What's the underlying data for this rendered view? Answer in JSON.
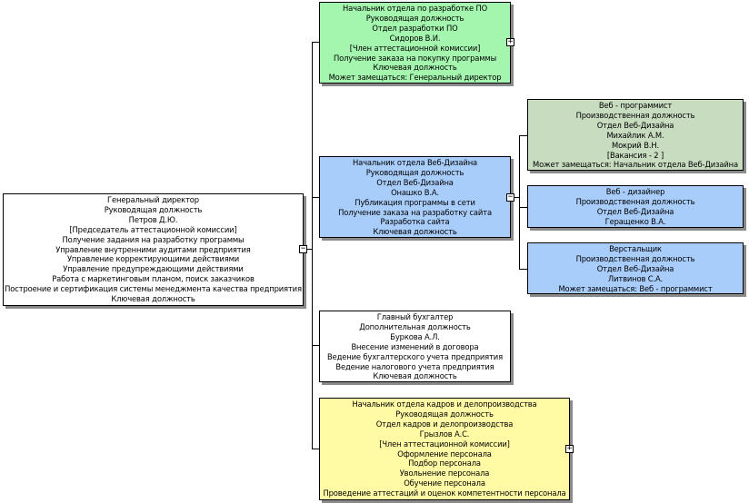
{
  "colors": {
    "white": "#ffffff",
    "green": "#a4f6ae",
    "blue": "#a9cdfa",
    "sage": "#c8dcc0",
    "yellow": "#fffaa3",
    "shadow": "#8a8a8a"
  },
  "root": {
    "lines": [
      "Генеральный директор",
      "Руководящая должность",
      "Петров Д.Ю.",
      "[Председатель аттестационной комиссии]",
      "Получение задания на разработку программы",
      "Управление внутренними аудитами предприятия",
      "Управление корректирующими действиями",
      "Управление предупреждающими действиями",
      "Работа с маркетинговым планом, поиск заказчиков",
      "Построение и сертификация системы менеджмента качества предприятия",
      "Ключевая должность"
    ],
    "toggle": "−"
  },
  "software_head": {
    "lines": [
      "Начальник отдела по разработке ПО",
      "Руководящая должность",
      "Отдел разработки ПО",
      "Сидоров В.И.",
      "[Член аттестационной комиссии]",
      "Получение заказа на покупку программы",
      "Ключевая должность",
      "Может замещаться: Генеральный директор"
    ],
    "toggle": "+"
  },
  "web_head": {
    "lines": [
      "Начальник отдела Веб-Дизайна",
      "Руководящая должность",
      "Отдел Веб-Дизайна",
      "Онашко В.А.",
      "Публикация программы в сети",
      "Получение заказа на разработку сайта",
      "Разработка сайта",
      "Ключевая должность"
    ],
    "toggle": "−"
  },
  "web_programmer": {
    "lines": [
      "Веб - программист",
      "Производственная должность",
      "Отдел Веб-Дизайна",
      "Михайлик А.М.",
      "Мокрий В.Н.",
      "[Вакансия - 2 ]",
      "Может замещаться: Начальник отдела Веб-Дизайна"
    ]
  },
  "web_designer": {
    "lines": [
      "Веб - дизайнер",
      "Производственная должность",
      "Отдел Веб-Дизайна",
      "Геращенко В.А."
    ]
  },
  "layout_designer": {
    "lines": [
      "Верстальщик",
      "Производственная должность",
      "Отдел Веб-Дизайна",
      "Литвинов С.А.",
      "Может замещаться: Веб - программист"
    ]
  },
  "accountant": {
    "lines": [
      "Главный бухгалтер",
      "Дополнительная должность",
      "Буркова А.Л.",
      "Внесение изменений в договора",
      "Ведение бухгалтерского учета предприятия",
      "Ведение налогового учета предприятия",
      "Ключевая должность"
    ]
  },
  "hr_head": {
    "lines": [
      "Начальник отдела кадров и делопроизводства",
      "Руководящая должность",
      "Отдел кадров и делопроизводства",
      "Грызлов А.С.",
      "[Член аттестационной комиссии]",
      "Оформление персонала",
      "Подбор персонала",
      "Увольнение персонала",
      "Обучение персонала",
      "Проведение аттестаций и оценок компетентности персонала"
    ],
    "toggle": "+"
  }
}
